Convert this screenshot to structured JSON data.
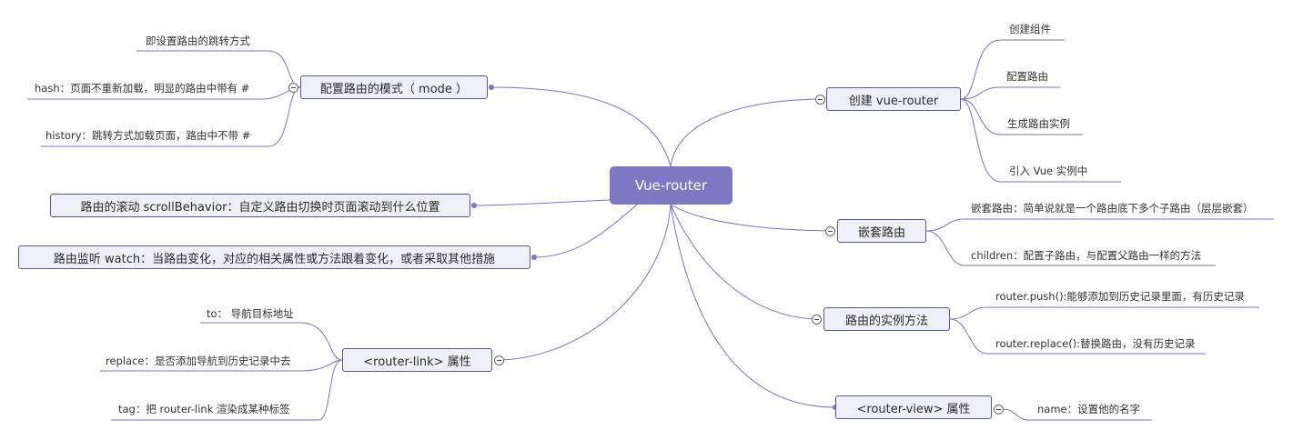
{
  "root": {
    "label": "Vue-router"
  },
  "branches": {
    "mode": {
      "label": "配置路由的模式（ mode ）",
      "children": [
        "即设置路由的跳转方式",
        "hash：页面不重新加载，明显的路由中带有 #",
        "history：跳转方式加载页面，路由中不带 #"
      ]
    },
    "scroll": {
      "label": "路由的滚动 scrollBehavior：自定义路由切换时页面滚动到什么位置"
    },
    "watch": {
      "label": "路由监听 watch：当路由变化，对应的相关属性或方法跟着变化，或者采取其他措施"
    },
    "link": {
      "label": "<router-link> 属性",
      "children": [
        "to： 导航目标地址",
        "replace：是否添加导航到历史记录中去",
        "tag：把 router-link 渲染成某种标签"
      ]
    },
    "create": {
      "label": "创建 vue-router",
      "children": [
        "创建组件",
        "配置路由",
        "生成路由实例",
        "引入 Vue 实例中"
      ]
    },
    "nested": {
      "label": "嵌套路由",
      "children": [
        "嵌套路由：简单说就是一个路由底下多个子路由（层层嵌套）",
        "children：配置子路由，与配置父路由一样的方法"
      ]
    },
    "methods": {
      "label": "路由的实例方法",
      "children": [
        "router.push():能够添加到历史记录里面，有历史记录",
        "router.replace():替换路由，没有历史记录"
      ]
    },
    "view": {
      "label": "<router-view> 属性",
      "children": [
        "name：设置他的名字"
      ]
    }
  },
  "colors": {
    "line": "#7a74bf",
    "root_fill": "#7e78c4",
    "node_fill": "#efeff7",
    "node_border": "#5a5a8a"
  }
}
